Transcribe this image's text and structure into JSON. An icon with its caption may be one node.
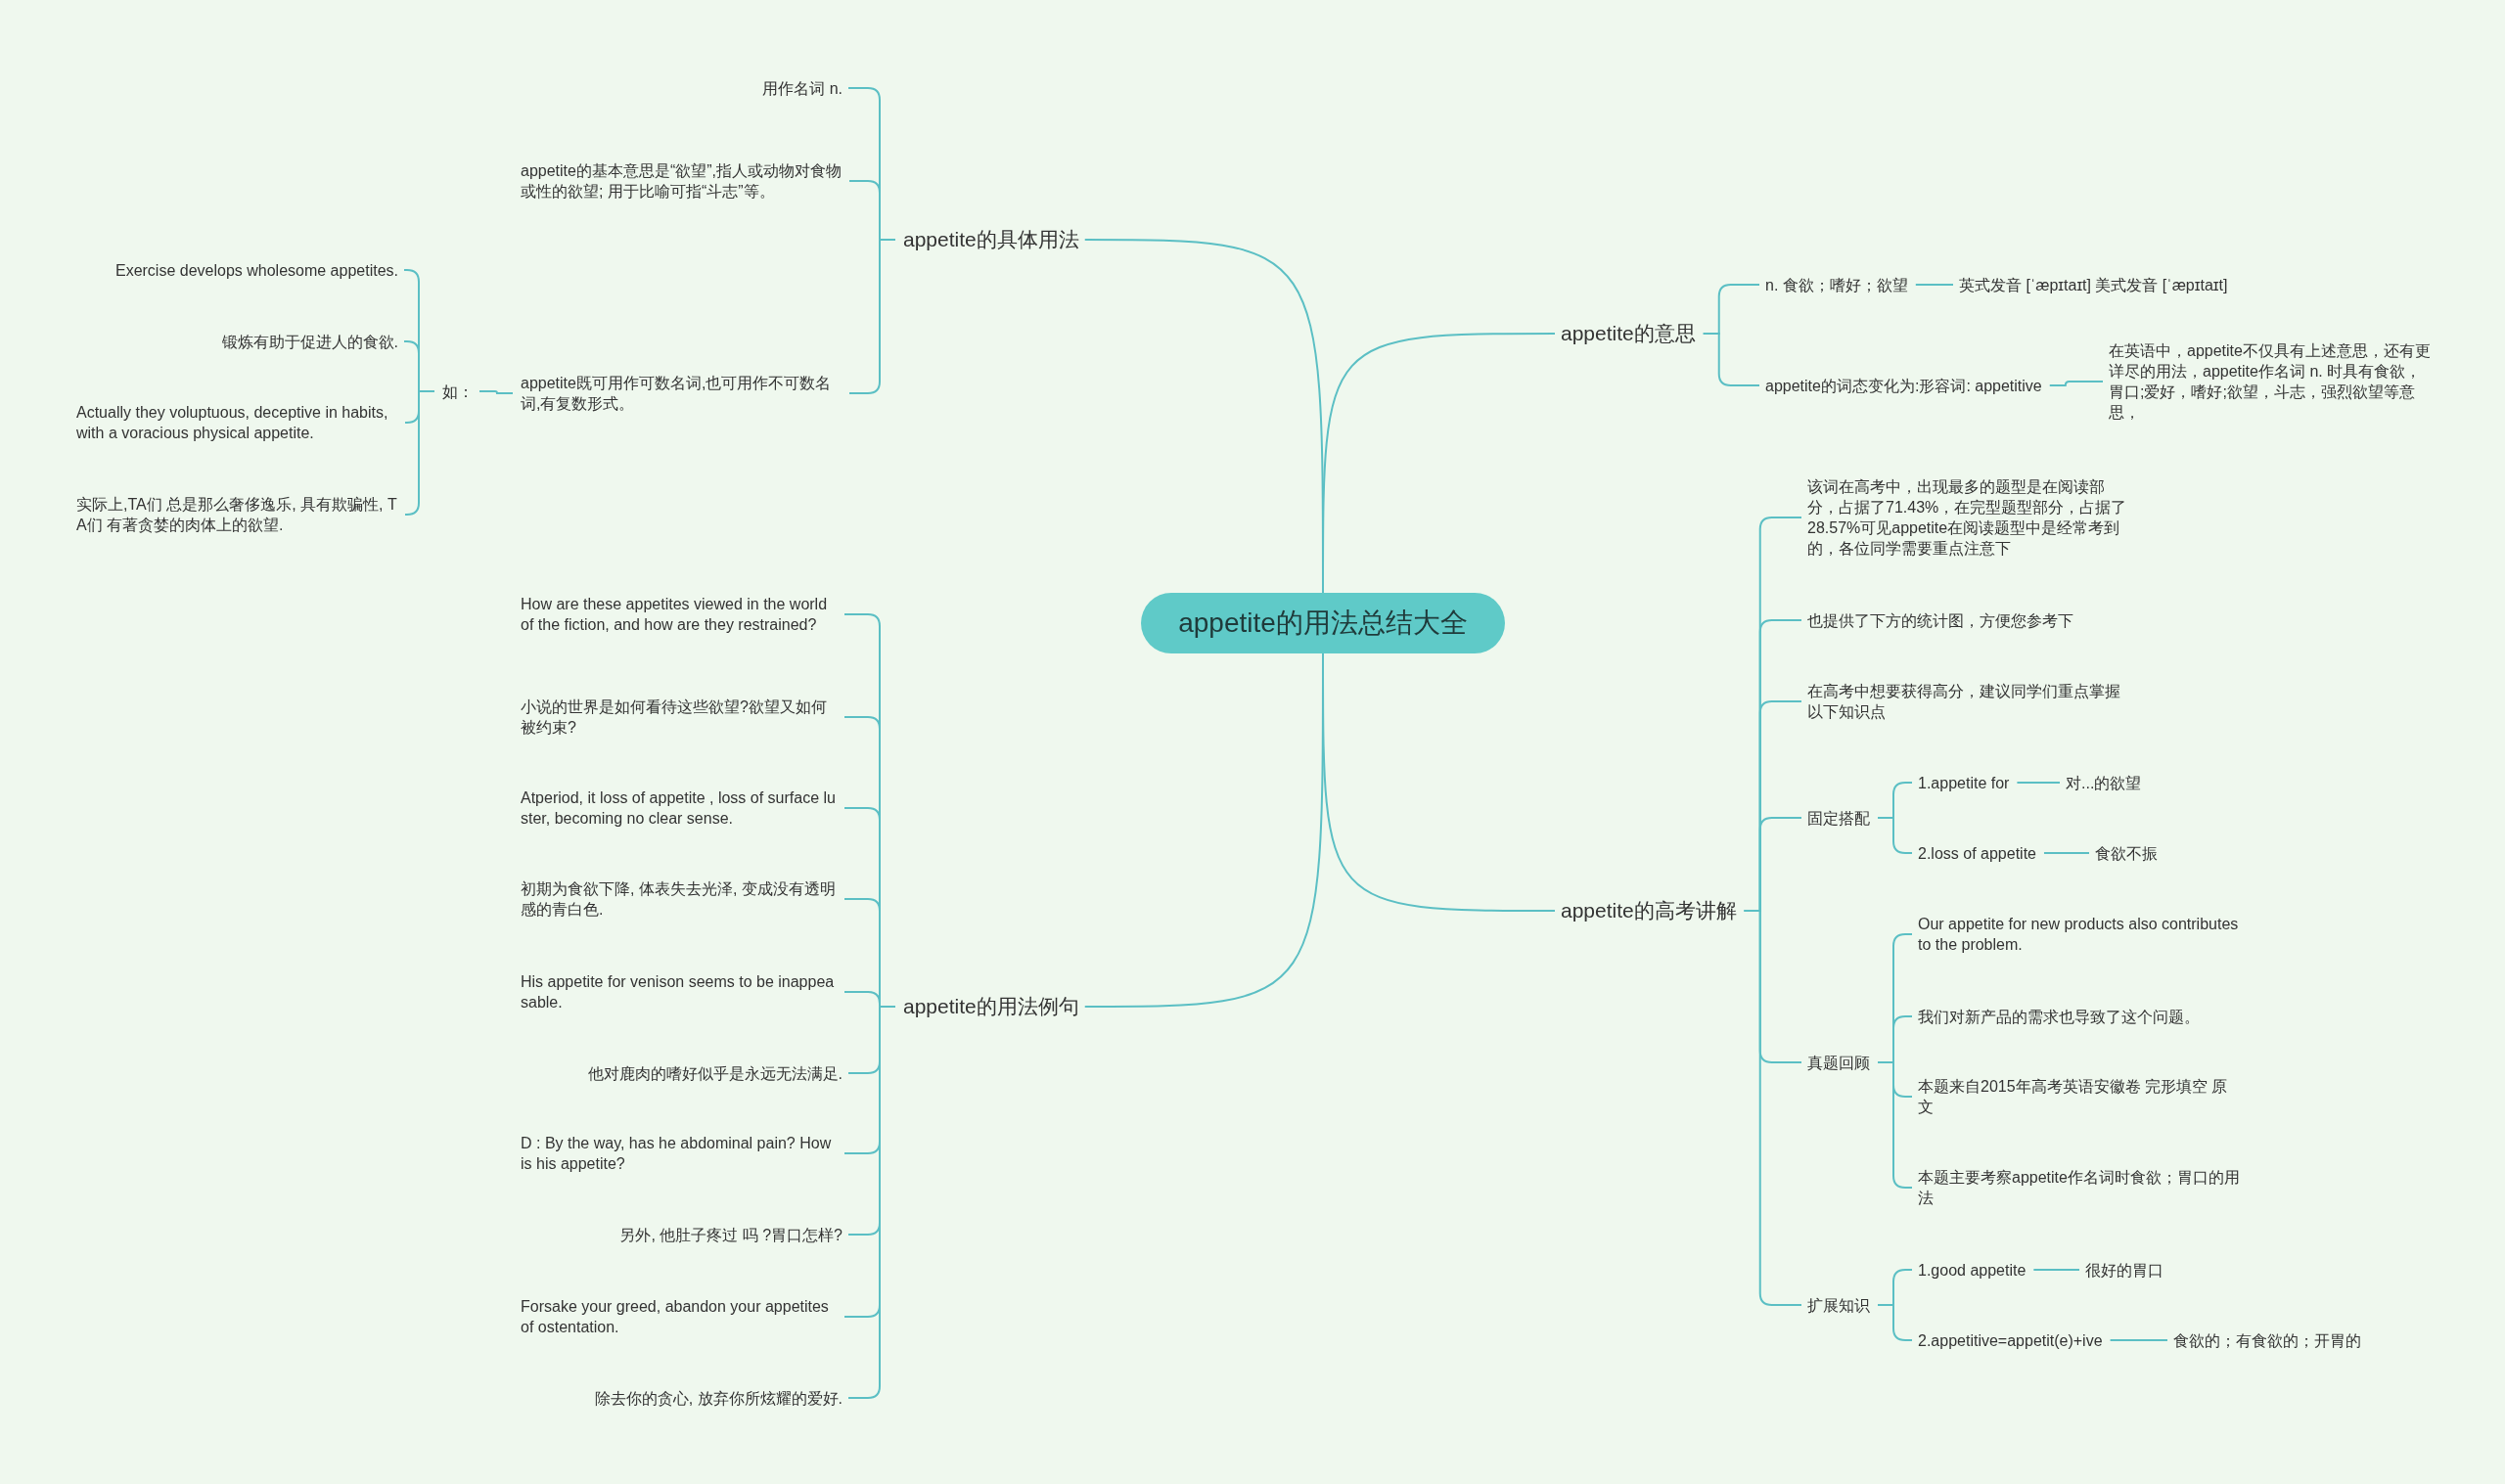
{
  "diagram": {
    "nodes": [
      {
        "text": [
          "appetite的用法总结大全"
        ]
      },
      {
        "text": [
          "appetite的具体用法"
        ]
      },
      {
        "text": [
          "用作名词 n."
        ]
      },
      {
        "text": [
          "appetite的基本意思是“欲望”,指人或动物对食物或性的欲望; 用于比喻可指“斗志”等。"
        ]
      },
      {
        "text": [
          "appetite既可用作可数名词,也可用作不可数名词,有复数形式。"
        ]
      },
      {
        "text": [
          "如："
        ]
      },
      {
        "text": [
          "Exercise develops wholesome appetites."
        ]
      },
      {
        "text": [
          "锻炼有助于促进人的食欲."
        ]
      },
      {
        "text": [
          "Actually they voluptuous, deceptive in habits, with a voracious physical appetite."
        ]
      },
      {
        "text": [
          "实际上,TA们 总是那么奢侈逸乐, 具有欺骗性, TA们 有著贪婪的肉体上的欲望."
        ]
      },
      {
        "text": [
          "appetite的用法例句"
        ]
      },
      {
        "text": [
          "How are these appetites viewed in the world of the fiction, and how are they restrained?"
        ]
      },
      {
        "text": [
          "小说的世界是如何看待这些欲望?欲望又如何被约束?"
        ]
      },
      {
        "text": [
          "Atperiod, it loss of appetite , loss of surface luster, becoming no clear sense."
        ]
      },
      {
        "text": [
          "初期为食欲下降, 体表失去光泽, 变成没有透明感的青白色."
        ]
      },
      {
        "text": [
          "His appetite for venison seems to be inappeasable."
        ]
      },
      {
        "text": [
          "他对鹿肉的嗜好似乎是永远无法满足."
        ]
      },
      {
        "text": [
          "D : By the way, has he abdominal pain? How is his appetite?"
        ]
      },
      {
        "text": [
          "另外, 他肚子疼过 吗 ?胃口怎样?"
        ]
      },
      {
        "text": [
          "Forsake your greed, abandon your appetites of ostentation."
        ]
      },
      {
        "text": [
          "除去你的贪心, 放弃你所炫耀的爱好."
        ]
      },
      {
        "text": [
          "appetite的意思"
        ]
      },
      {
        "text": [
          "n. 食欲；嗜好；欲望"
        ]
      },
      {
        "text": [
          "英式发音 [ˈæpɪtaɪt] 美式发音 [ˈæpɪtaɪt]"
        ]
      },
      {
        "text": [
          "appetite的词态变化为:形容词: appetitive"
        ]
      },
      {
        "text": [
          "在英语中，appetite不仅具有上述意思，还有更详尽的用法，appetite作名词 n. 时具有食欲，胃口;爱好，嗜好;欲望，斗志，强烈欲望等意思，"
        ]
      },
      {
        "text": [
          "appetite的高考讲解"
        ]
      },
      {
        "text": [
          "该词在高考中，出现最多的题型是在阅读部分，占据了71.43%，在完型题型部分，占据了28.57%可见appetite在阅读题型中是经常考到的，各位同学需要重点注意下"
        ]
      },
      {
        "text": [
          "也提供了下方的统计图，方便您参考下"
        ]
      },
      {
        "text": [
          "在高考中想要获得高分，建议同学们重点掌握以下知识点"
        ]
      },
      {
        "text": [
          "固定搭配"
        ]
      },
      {
        "text": [
          "1.appetite for"
        ]
      },
      {
        "text": [
          "对...的欲望"
        ]
      },
      {
        "text": [
          "2.loss of appetite"
        ]
      },
      {
        "text": [
          "食欲不振"
        ]
      },
      {
        "text": [
          "真题回顾"
        ]
      },
      {
        "text": [
          "Our appetite for new products also contributes to the problem."
        ]
      },
      {
        "text": [
          "我们对新产品的需求也导致了这个问题。"
        ]
      },
      {
        "text": [
          "本题来自2015年高考英语安徽卷 完形填空 原文"
        ]
      },
      {
        "text": [
          "本题主要考察appetite作名词时食欲；胃口的用法"
        ]
      },
      {
        "text": [
          "扩展知识"
        ]
      },
      {
        "text": [
          "1.good appetite"
        ]
      },
      {
        "text": [
          "很好的胃口"
        ]
      },
      {
        "text": [
          "2.appetitive=appetit(e)+ive"
        ]
      },
      {
        "text": [
          "食欲的；有食欲的；开胃的"
        ]
      }
    ],
    "edges": [
      {
        "from": 0,
        "to": 1,
        "arrow": "none"
      },
      {
        "from": 1,
        "to": 2,
        "arrow": "none"
      },
      {
        "from": 1,
        "to": 3,
        "arrow": "none"
      },
      {
        "from": 1,
        "to": 4,
        "arrow": "none"
      },
      {
        "from": 4,
        "to": 5,
        "arrow": "none"
      },
      {
        "from": 5,
        "to": 6,
        "arrow": "none"
      },
      {
        "from": 5,
        "to": 7,
        "arrow": "none"
      },
      {
        "from": 5,
        "to": 8,
        "arrow": "none"
      },
      {
        "from": 5,
        "to": 9,
        "arrow": "none"
      },
      {
        "from": 0,
        "to": 10,
        "arrow": "none"
      },
      {
        "from": 10,
        "to": 11,
        "arrow": "none"
      },
      {
        "from": 10,
        "to": 12,
        "arrow": "none"
      },
      {
        "from": 10,
        "to": 13,
        "arrow": "none"
      },
      {
        "from": 10,
        "to": 14,
        "arrow": "none"
      },
      {
        "from": 10,
        "to": 15,
        "arrow": "none"
      },
      {
        "from": 10,
        "to": 16,
        "arrow": "none"
      },
      {
        "from": 10,
        "to": 17,
        "arrow": "none"
      },
      {
        "from": 10,
        "to": 18,
        "arrow": "none"
      },
      {
        "from": 10,
        "to": 19,
        "arrow": "none"
      },
      {
        "from": 10,
        "to": 20,
        "arrow": "none"
      },
      {
        "from": 0,
        "to": 21,
        "arrow": "none"
      },
      {
        "from": 21,
        "to": 22,
        "arrow": "none"
      },
      {
        "from": 22,
        "to": 23,
        "arrow": "none"
      },
      {
        "from": 21,
        "to": 24,
        "arrow": "none"
      },
      {
        "from": 24,
        "to": 25,
        "arrow": "none"
      },
      {
        "from": 0,
        "to": 26,
        "arrow": "none"
      },
      {
        "from": 26,
        "to": 27,
        "arrow": "none"
      },
      {
        "from": 26,
        "to": 28,
        "arrow": "none"
      },
      {
        "from": 26,
        "to": 29,
        "arrow": "none"
      },
      {
        "from": 26,
        "to": 30,
        "arrow": "none"
      },
      {
        "from": 30,
        "to": 31,
        "arrow": "none"
      },
      {
        "from": 31,
        "to": 32,
        "arrow": "none"
      },
      {
        "from": 30,
        "to": 33,
        "arrow": "none"
      },
      {
        "from": 33,
        "to": 34,
        "arrow": "none"
      },
      {
        "from": 26,
        "to": 35,
        "arrow": "none"
      },
      {
        "from": 35,
        "to": 36,
        "arrow": "none"
      },
      {
        "from": 35,
        "to": 37,
        "arrow": "none"
      },
      {
        "from": 35,
        "to": 38,
        "arrow": "none"
      },
      {
        "from": 35,
        "to": 39,
        "arrow": "none"
      },
      {
        "from": 26,
        "to": 40,
        "arrow": "none"
      },
      {
        "from": 40,
        "to": 41,
        "arrow": "none"
      },
      {
        "from": 41,
        "to": 42,
        "arrow": "none"
      },
      {
        "from": 40,
        "to": 43,
        "arrow": "none"
      },
      {
        "from": 43,
        "to": 44,
        "arrow": "none"
      }
    ]
  }
}
